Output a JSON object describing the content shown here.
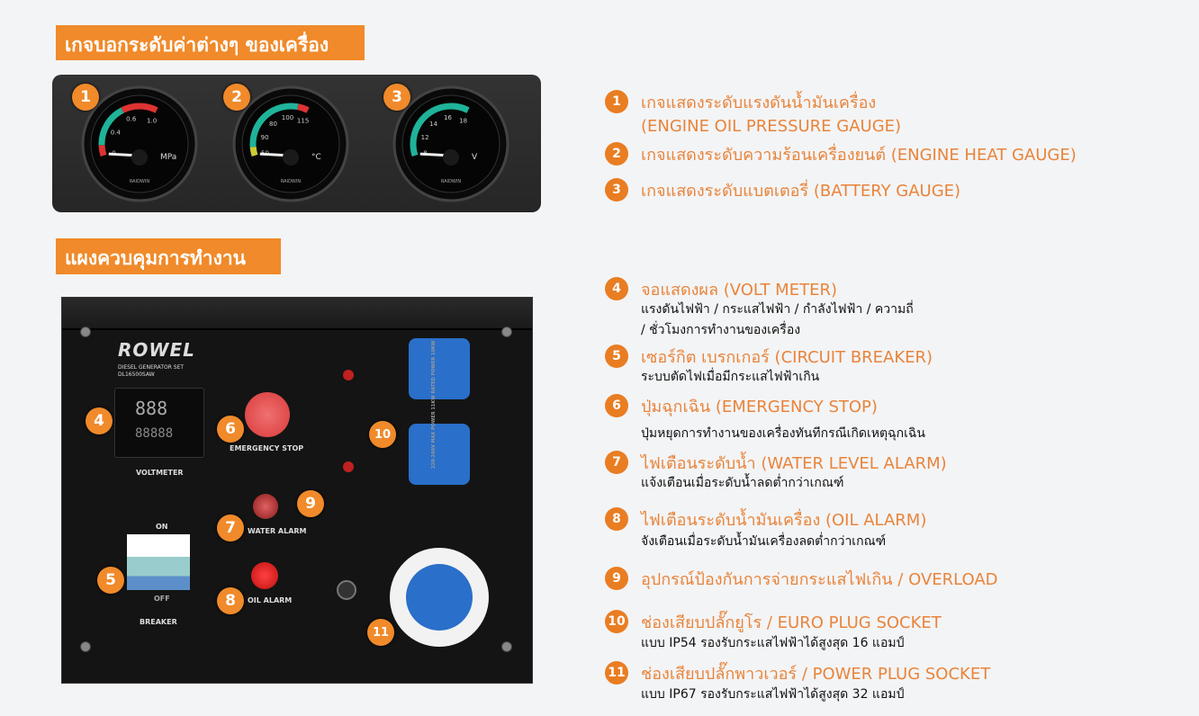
{
  "banners": {
    "gauges": "เกจบอกระดับค่าต่างๆ ของเครื่อง",
    "control": "แผงควบคุมการทำงาน"
  },
  "colors": {
    "accent": "#f08a2a",
    "title_text": "#e9843a"
  },
  "gauges": [
    {
      "badge": "1",
      "ticks": [
        "0",
        "0.4",
        "0.6",
        "1.0"
      ],
      "unit": "MPa",
      "brand": "RAIDWIN"
    },
    {
      "badge": "2",
      "ticks": [
        "50",
        "90",
        "80",
        "100",
        "115"
      ],
      "unit": "°C",
      "brand": "RAIDWIN"
    },
    {
      "badge": "3",
      "ticks": [
        "8",
        "12",
        "14",
        "16",
        "18"
      ],
      "unit": "V",
      "brand": "RAIDWIN"
    }
  ],
  "panel": {
    "brand": "ROWEL",
    "model_line1": "DIESEL GENERATOR SET",
    "model_line2": "DL16500SAW",
    "display_top": "888",
    "display_bottom": "88888",
    "voltmeter": "VOLTMETER",
    "emergency_stop": "EMERGENCY STOP",
    "water_alarm": "WATER ALARM",
    "oil_alarm": "OIL ALARM",
    "breaker_on": "ON",
    "breaker_off": "OFF",
    "breaker": "BREAKER",
    "side_text": "220-240V MAX POWER 11KW RATED POWER 10KW",
    "badges": [
      "4",
      "5",
      "6",
      "7",
      "8",
      "9",
      "10",
      "11"
    ]
  },
  "items": [
    {
      "n": "1",
      "title": "เกจแสดงระดับแรงดันน้ำมันเครื่อง",
      "title2": "(ENGINE OIL PRESSURE GAUGE)",
      "subs": []
    },
    {
      "n": "2",
      "title": "เกจแสดงระดับความร้อนเครื่องยนต์ (ENGINE HEAT GAUGE)",
      "subs": []
    },
    {
      "n": "3",
      "title": "เกจแสดงระดับแบตเตอรี่ (BATTERY GAUGE)",
      "subs": []
    },
    {
      "n": "4",
      "title": "จอแสดงผล (VOLT METER)",
      "subs": [
        "แรงดันไฟฟ้า / กระแสไฟฟ้า / กำลังไฟฟ้า / ความถี่",
        "/ ชั่วโมงการทำงานของเครื่อง"
      ]
    },
    {
      "n": "5",
      "title": "เซอร์กิต เบรกเกอร์ (CIRCUIT BREAKER)",
      "subs": [
        "ระบบตัดไฟเมื่อมีกระแสไฟฟ้าเกิน"
      ]
    },
    {
      "n": "6",
      "title": "ปุ่มฉุกเฉิน (EMERGENCY STOP)",
      "subs": [
        "ปุ่มหยุดการทำงานของเครื่องทันทีกรณีเกิดเหตุฉุกเฉิน"
      ]
    },
    {
      "n": "7",
      "title": "ไฟเตือนระดับน้ำ (WATER LEVEL ALARM)",
      "subs": [
        "แจ้งเตือนเมื่อระดับน้ำลดต่ำกว่าเกณฑ์"
      ]
    },
    {
      "n": "8",
      "title": "ไฟเตือนระดับน้ำมันเครื่อง (OIL ALARM)",
      "subs": [
        "จังเตือนเมื่อระดับน้ำมันเครื่องลดต่ำกว่าเกณฑ์"
      ]
    },
    {
      "n": "9",
      "title": "อุปกรณ์ป้องกันการจ่ายกระแสไฟเกิน / OVERLOAD",
      "subs": []
    },
    {
      "n": "10",
      "title": "ช่องเสียบปลั๊กยูโร / EURO PLUG SOCKET",
      "subs": [
        "แบบ IP54 รองรับกระแสไฟฟ้าได้สูงสุด 16 แอมป์"
      ]
    },
    {
      "n": "11",
      "title": "ช่องเสียบปลั๊กพาวเวอร์ / POWER PLUG SOCKET",
      "subs": [
        "แบบ IP67 รองรับกระแสไฟฟ้าได้สูงสุด 32 แอมป์"
      ]
    }
  ]
}
